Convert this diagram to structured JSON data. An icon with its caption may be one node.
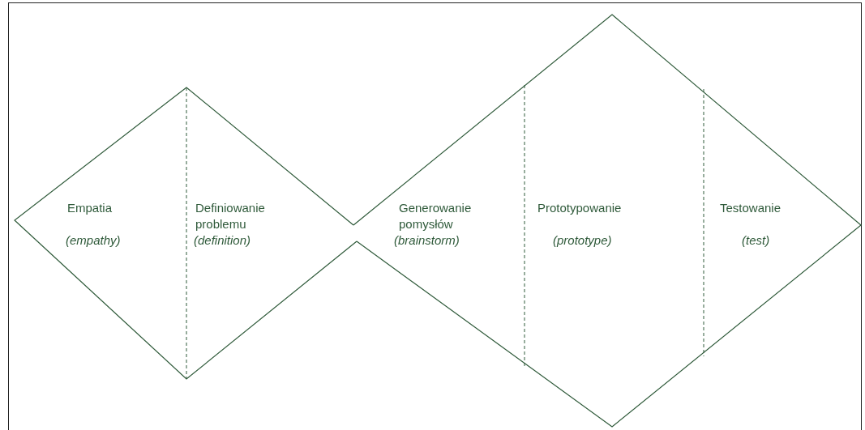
{
  "diagram": {
    "nodes": [
      {
        "text": [],
        "shape": "diamond"
      },
      {
        "text": [
          "Empatia",
          "(empathy)"
        ],
        "in": 0
      },
      {
        "text": [
          "Definiowanie problemu",
          "(definition)"
        ],
        "in": 0
      },
      {
        "text": [],
        "shape": "diamond"
      },
      {
        "text": [
          "Generowanie pomysłów",
          "(brainstorm)"
        ],
        "in": 3
      },
      {
        "text": [
          "Prototypowanie",
          "(prototype)"
        ],
        "in": 3
      },
      {
        "text": [
          "Testowanie",
          "(test)"
        ],
        "in": 3
      }
    ]
  }
}
